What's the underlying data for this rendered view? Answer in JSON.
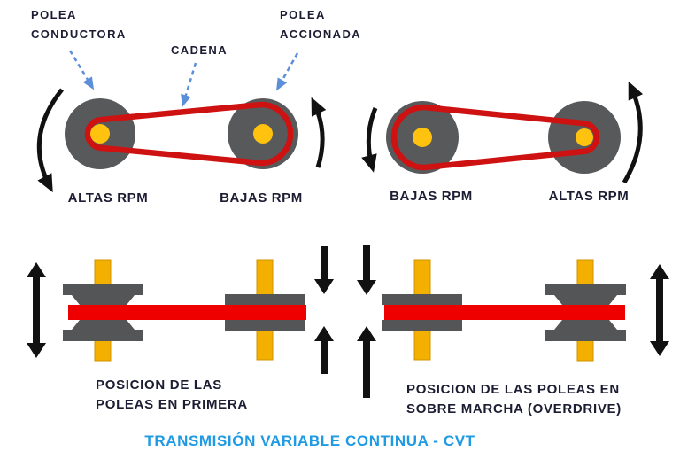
{
  "page_title": "TRANSMISIÓN VARIABLE CONTINUA - CVT",
  "callouts": {
    "driving_pulley_line1": "POLEA",
    "driving_pulley_line2": "CONDUCTORA",
    "chain": "CADENA",
    "driven_pulley_line1": "POLEA",
    "driven_pulley_line2": "ACCIONADA"
  },
  "first_gear_view": {
    "left_rpm": "ALTAS RPM",
    "right_rpm": "BAJAS RPM",
    "caption_line1": "POSICION DE LAS",
    "caption_line2": "POLEAS EN PRIMERA"
  },
  "overdrive_view": {
    "left_rpm": "BAJAS RPM",
    "right_rpm": "ALTAS RPM",
    "caption_line1": "POSICION DE LAS POLEAS EN",
    "caption_line2": "SOBRE MARCHA (OVERDRIVE)"
  },
  "colors": {
    "pulley_gray": "#58595b",
    "hub_yellow": "#ffc20e",
    "chain_red": "#ce1111",
    "belt_red": "#ee0000",
    "shaft_yellow": "#f3b000",
    "shaft_border": "#cf9300",
    "cone_gray": "#545557",
    "label_dark": "#1c1c33",
    "callout_arrow_blue": "#5b8fd9",
    "arrow_black": "#111111",
    "title_blue": "#1f9ae3"
  }
}
